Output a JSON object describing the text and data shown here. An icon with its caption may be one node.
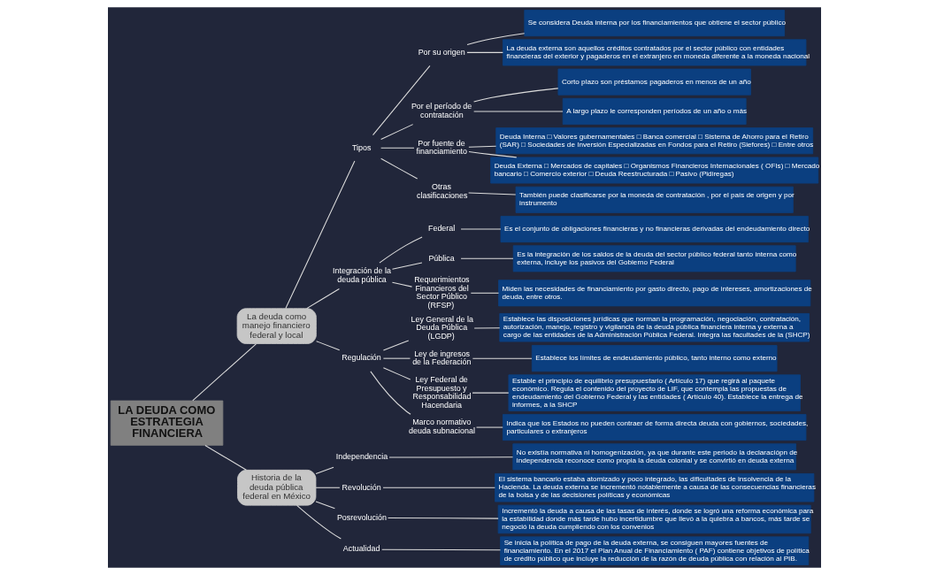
{
  "diagram": {
    "nodes": [
      {
        "text": [
          "LA DEUDA COMO ESTRATEGIA FINANCIERA"
        ]
      },
      {
        "text": [
          "La deuda como manejo financiero federal y local"
        ]
      },
      {
        "text": [
          "Historia de la deuda pública federal en México"
        ]
      },
      {
        "text": [
          "Tipos"
        ]
      },
      {
        "text": [
          "Integración de la deuda pública"
        ]
      },
      {
        "text": [
          "Regulación"
        ]
      },
      {
        "text": [
          "Por su origen"
        ]
      },
      {
        "text": [
          "Se considera Deuda interna por los financiamientos que obtiene el sector público"
        ]
      },
      {
        "text": [
          "La deuda externa son aquellos créditos contratados por el sector público con entidades financieras del exterior y pagaderos en el extranjero en moneda diferente a la moneda nacional"
        ]
      },
      {
        "text": [
          "Por el período de contratación"
        ]
      },
      {
        "text": [
          "Corto plazo son préstamos pagaderos en menos de un año"
        ]
      },
      {
        "text": [
          "A largo plazo le corresponden períodos de un año o más"
        ]
      },
      {
        "text": [
          "Por fuente de financiamiento"
        ]
      },
      {
        "text": [
          "Deuda Interna □ Valores gubernamentales □ Banca comercial □ Sistema de Ahorro para el Retiro (SAR) □ Sociedades de Inversión Especializadas en Fondos para el Retiro (Siefores) □ Entre otros"
        ]
      },
      {
        "text": [
          "Deuda Externa □ Mercados de capitales □ Organismos Financieros Internacionales ( OFIs) □ Mercado bancario □ Comercio exterior □ Deuda Reestructurada □ Pasivo (Pidiregas)"
        ]
      },
      {
        "text": [
          "Otras clasificaciones"
        ]
      },
      {
        "text": [
          "También puede clasificarse por la moneda de contratación , por el país de origen y por instrumento"
        ]
      },
      {
        "text": [
          "Federal"
        ]
      },
      {
        "text": [
          "Es el conjunto de obligaciones financieras y no financieras derivadas del endeudamiento directo"
        ]
      },
      {
        "text": [
          "Pública"
        ]
      },
      {
        "text": [
          "Es la integración de los saldos de la deuda del sector público federal tanto interna como externa, incluye los pasivos del Gobierno Federal"
        ]
      },
      {
        "text": [
          "Requerimientos Financieros del Sector Público (RFSP)"
        ]
      },
      {
        "text": [
          "Miden las necesidades de financiamiento por gasto directo, pago de intereses, amortizaciones de deuda, entre otros."
        ]
      },
      {
        "text": [
          "Ley General de la Deuda Pública (LGDP)"
        ]
      },
      {
        "text": [
          "Establece las disposiciones jurídicas que norman la programación, negociación, contratación, autorización, manejo, registro y vigilancia de la deuda pública financiera interna y externa a cargo de las entidades de la Administración Pública Federal. Integra las facultades de la (SHCP)"
        ]
      },
      {
        "text": [
          "Ley de ingresos de la Federación"
        ]
      },
      {
        "text": [
          "Establece los límites de endeudamiento público, tanto interno como externo"
        ]
      },
      {
        "text": [
          "Ley Federal de Presupuesto y Responsabilidad Hacendaria"
        ]
      },
      {
        "text": [
          "Estable el principio de equilibrio presupuestario ( Artículo 17) que regirá al paquete económico. Regula el contenido del proyecto de LIF, que contempla las propuestas de endeudamiento del Gobierno Federal y las entidades ( Artículo 40). Establece la entrega de informes, a la SHCP"
        ]
      },
      {
        "text": [
          "Marco normativo deuda subnacional"
        ]
      },
      {
        "text": [
          "Indica que los Estados no pueden contraer de forma directa deuda con gobiernos, sociedades, particulares o extranjeros"
        ]
      },
      {
        "text": [
          "Independencia"
        ]
      },
      {
        "text": [
          "No existía normativa ni homogenización, ya que durante este periodo la declaraciópn de independencia reconoce como propia la deuda colonial y se convirtió en deuda externa"
        ]
      },
      {
        "text": [
          "Revolución"
        ]
      },
      {
        "text": [
          "El sistema bancario estaba atomizado y poco integrado, las dificultades de insolvencia de la Hacienda. La deuda externa se incrementó notablemente a causa de las consecuencias financieras de la bolsa y de las decisiones políticas y económicas"
        ]
      },
      {
        "text": [
          "Posrevolución"
        ]
      },
      {
        "text": [
          "Incrementó la deuda a causa de las tasas de interés, donde se logró una reforma económica para la estabilidad donde más tarde hubo incertidumbre que llevó a la quiebra a bancos, más tarde se negoció la deuda cumpliendo con los convenios"
        ]
      },
      {
        "text": [
          "Actualidad"
        ]
      },
      {
        "text": [
          "Se inicia la política de pago de la deuda externa, se consiguen mayores fuentes de financiamiento. En el 2017 el Plan Anual de Financiamiento ( PAF) contiene objetivos de política de crédito público que incluye la reducción de la razón de deuda pública con relación al PIB."
        ]
      }
    ],
    "edges": [
      {
        "from": 0,
        "to": 1,
        "arrow": "none"
      },
      {
        "from": 0,
        "to": 2,
        "arrow": "none"
      },
      {
        "from": 1,
        "to": 3,
        "arrow": "none"
      },
      {
        "from": 1,
        "to": 4,
        "arrow": "none"
      },
      {
        "from": 1,
        "to": 5,
        "arrow": "none"
      },
      {
        "from": 3,
        "to": 6,
        "arrow": "none"
      },
      {
        "from": 6,
        "to": 7,
        "arrow": "none"
      },
      {
        "from": 6,
        "to": 8,
        "arrow": "none"
      },
      {
        "from": 3,
        "to": 9,
        "arrow": "none"
      },
      {
        "from": 9,
        "to": 10,
        "arrow": "none"
      },
      {
        "from": 9,
        "to": 11,
        "arrow": "none"
      },
      {
        "from": 3,
        "to": 12,
        "arrow": "none"
      },
      {
        "from": 12,
        "to": 13,
        "arrow": "none"
      },
      {
        "from": 12,
        "to": 14,
        "arrow": "none"
      },
      {
        "from": 3,
        "to": 15,
        "arrow": "none"
      },
      {
        "from": 15,
        "to": 16,
        "arrow": "none"
      },
      {
        "from": 4,
        "to": 17,
        "arrow": "none"
      },
      {
        "from": 17,
        "to": 18,
        "arrow": "none"
      },
      {
        "from": 4,
        "to": 19,
        "arrow": "none"
      },
      {
        "from": 19,
        "to": 20,
        "arrow": "none"
      },
      {
        "from": 4,
        "to": 21,
        "arrow": "none"
      },
      {
        "from": 21,
        "to": 22,
        "arrow": "none"
      },
      {
        "from": 5,
        "to": 23,
        "arrow": "none"
      },
      {
        "from": 23,
        "to": 24,
        "arrow": "none"
      },
      {
        "from": 5,
        "to": 25,
        "arrow": "none"
      },
      {
        "from": 25,
        "to": 26,
        "arrow": "none"
      },
      {
        "from": 5,
        "to": 27,
        "arrow": "none"
      },
      {
        "from": 27,
        "to": 28,
        "arrow": "none"
      },
      {
        "from": 5,
        "to": 29,
        "arrow": "none"
      },
      {
        "from": 29,
        "to": 30,
        "arrow": "none"
      },
      {
        "from": 2,
        "to": 31,
        "arrow": "none"
      },
      {
        "from": 31,
        "to": 32,
        "arrow": "none"
      },
      {
        "from": 2,
        "to": 33,
        "arrow": "none"
      },
      {
        "from": 33,
        "to": 34,
        "arrow": "none"
      },
      {
        "from": 2,
        "to": 35,
        "arrow": "none"
      },
      {
        "from": 35,
        "to": 36,
        "arrow": "none"
      },
      {
        "from": 2,
        "to": 37,
        "arrow": "none"
      },
      {
        "from": 37,
        "to": 38,
        "arrow": "none"
      }
    ]
  }
}
